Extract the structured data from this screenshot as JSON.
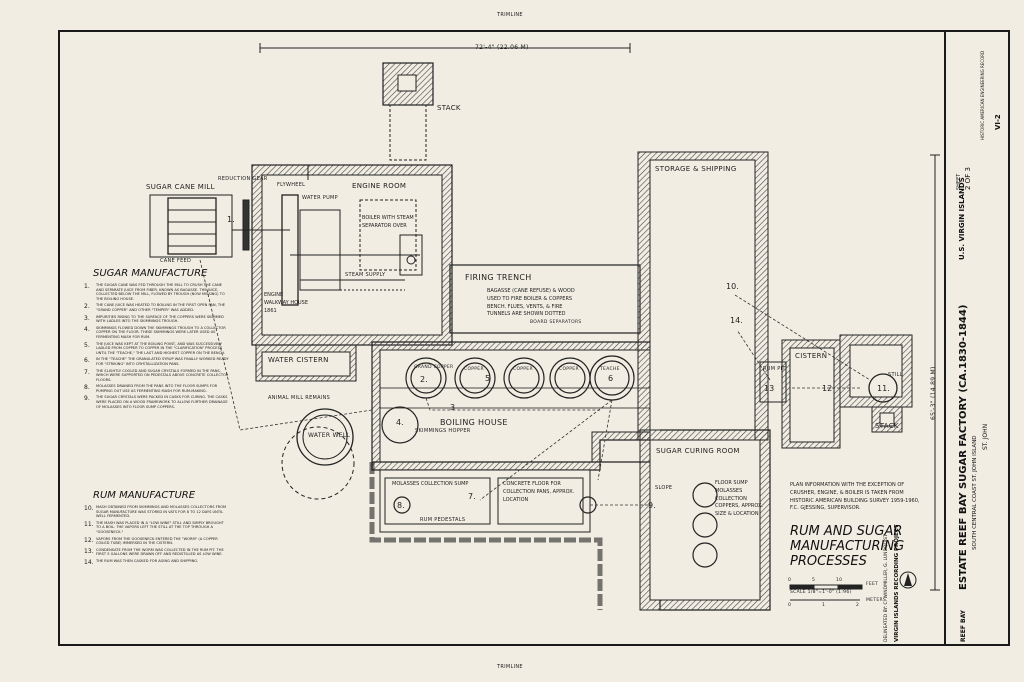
{
  "sheet": {
    "trimline_top": "TRIMLINE",
    "trimline_bottom": "TRIMLINE",
    "dimension_top": "72'-4\" (22.06 M)",
    "dimension_right": "65'-3\" (14.89 M)"
  },
  "plan_labels": {
    "stack_top": "STACK",
    "stack_right": "STACK",
    "sugar_cane_mill": "SUGAR CANE MILL",
    "reduction_gear": "REDUCTION GEAR",
    "cane_feed": "CANE FEED",
    "flywheel": "FLYWHEEL",
    "water_pump": "WATER PUMP",
    "engine_room": "ENGINE ROOM",
    "boiler": "BOILER WITH STEAM SEPARATOR OVER",
    "engine": "ENGINE WALKWAY HOUSE 1861",
    "steam_supply": "STEAM SUPPLY",
    "water_cistern": "WATER CISTERN",
    "firing_trench": "FIRING TRENCH",
    "firing_note": "BAGASSE (CANE REFUSE) & WOOD USED TO FIRE BOILER & COPPERS BENCH. FLUES, VENTS, & FIRE TUNNELS ARE SHOWN DOTTED",
    "board_separators": "BOARD SEPARATORS",
    "storage_shipping": "STORAGE & SHIPPING",
    "cistern": "CISTERN",
    "rum_pit": "RUM PIT",
    "still": "STILL",
    "grand_copper": "GRAND COPPER",
    "copper_a": "COPPER",
    "copper_b": "COPPER",
    "copper_c": "COPPER",
    "teache": "TEACHE",
    "skimmings_hopper": "SKIMMINGS HOPPER",
    "boiling_house": "BOILING HOUSE",
    "water_well": "WATER WELL",
    "animal_mill": "ANIMAL MILL REMAINS",
    "sugar_curing_room": "SUGAR CURING ROOM",
    "molasses_sump": "MOLASSES COLLECTION SUMP",
    "concrete_floor": "CONCRETE FLOOR FOR COLLECTION PANS, APPROX. LOCATION",
    "floor_sump": "FLOOR SUMP MOLASSES COLLECTION COPPERS, APPROX. SIZE & LOCATION",
    "slope": "SLOPE",
    "rum_pedestals": "RUM PEDESTALS",
    "plan_info": "PLAN INFORMATION WITH THE EXCEPTION OF CRUSHER, ENGINE, & BOILER IS TAKEN FROM HISTORIC AMERICAN BUILDING SURVEY 1959-1960, F.C. GJESSING, SUPERVISOR."
  },
  "process_numbers": [
    "1.",
    "2.",
    "3",
    "4.",
    "5",
    "6",
    "7.",
    "8.",
    "9.",
    "10.",
    "11.",
    "12",
    "13",
    "14."
  ],
  "sugar_manufacture": {
    "heading": "SUGAR MANUFACTURE",
    "steps": [
      {
        "n": "1.",
        "text": "THE SUGAR CANE WAS FED THROUGH THE MILL TO CRUSH THE CANE AND SEPARATE JUICE FROM FIBER, KNOWN AS BAGASSE. THE JUICE, COLLECTED BELOW THE MILL, FLOWED BY TROUGH (NOW MISSING) TO THE BOILING HOUSE."
      },
      {
        "n": "2.",
        "text": "THE CANE JUICE WAS HEATED TO BOILING IN THE FIRST OPEN PAN, THE \"GRAND COPPER\" AND OTHER \"TEMPER\" WAS ADDED."
      },
      {
        "n": "3.",
        "text": "IMPURITIES RISING TO THE SURFACE OF THE COPPERS WERE SKIMMED WITH LADLES INTO THE SKIMMINGS TROUGH."
      },
      {
        "n": "4.",
        "text": "SKIMMINGS FLOWED DOWN THE SKIMMINGS TROUGH TO A COLLECTOR COPPER ON THE FLOOR. THESE SKIMMINGS WERE LATER USED AS FERMENTING MASH FOR RUM."
      },
      {
        "n": "5.",
        "text": "THE JUICE WAS KEPT AT THE BOILING POINT, AND WAS SUCCESSIVELY LADLED FROM COPPER TO COPPER IN THE \"CLARIFICATION\" PROCESS UNTIL THE \"TEACHE,\" THE LAST AND HIGHEST COPPER ON THE BENCH."
      },
      {
        "n": "6.",
        "text": "IN THE \"TEACHE\" THE GRANULATED SYRUP WAS FINALLY WORKED READY FOR \"STRIKING\" INTO CRYSTALLIZATION PANS."
      },
      {
        "n": "7.",
        "text": "THE SLIGHTLY COOLED AND SUGAR CRYSTALS FORMED IN THE PANS, WHICH WERE SUPPORTED ON PEDESTALS ABOVE CONCRETE COLLECTOR FLOORS."
      },
      {
        "n": "8.",
        "text": "MOLASSES DRAINED FROM THE PANS INTO THE FLOOR SUMPS FOR PUMPING OUT USE AS FERMENTING MASH FOR RUM-MAKING."
      },
      {
        "n": "9.",
        "text": "THE SUGAR CRYSTALS WERE PACKED IN CASKS FOR CURING. THE CASKS WERE PLACED ON A WOOD FRAMEWORK TO ALLOW FURTHER DRAINAGE OF MOLASSES INTO FLOOR SUMP COPPERS."
      }
    ]
  },
  "rum_manufacture": {
    "heading": "RUM MANUFACTURE",
    "steps": [
      {
        "n": "10.",
        "text": "MASH OBTAINED FROM SKIMMINGS AND MOLASSES COLLECTORS FROM SUGAR MANUFACTURE WAS STORED IN VATS FOR 8 TO 12 DAYS UNTIL WELL FERMENTED."
      },
      {
        "n": "11.",
        "text": "THE MASH WAS PLACED IN A \"LOW WINE\" STILL AND SIMPLY BROUGHT TO A BOIL. THE VAPORS LEFT THE STILL AT THE TOP THROUGH A \"GOOSENECK.\""
      },
      {
        "n": "12.",
        "text": "VAPORS FROM THE GOOSENECK ENTERED THE \"WORM\" (A COPPER COILED TUBE) IMMERSED IN THE CISTERN."
      },
      {
        "n": "13.",
        "text": "CONDENSATE FROM THE WORM WAS COLLECTED IN THE RUM PIT. THE FIRST 5 GALLONS WERE DRAWN OFF AND REDISTILLED AS LOW WINE."
      },
      {
        "n": "14.",
        "text": "THE RUM WAS THEN CASKED FOR AGING AND SHIPPING."
      }
    ]
  },
  "drawing_title": {
    "line1": "RUM AND SUGAR",
    "line2": "MANUFACTURING",
    "line3": "PROCESSES"
  },
  "scale": {
    "label": "SCALE 1/8\"=1'-0\" (1:96)",
    "units_feet": "FEET",
    "units_meters": "METERS",
    "ticks_feet": [
      "0",
      "5",
      "10"
    ],
    "ticks_meters": [
      "0",
      "1",
      "2"
    ]
  },
  "title_block": {
    "main_title": "ESTATE REEF BAY SUGAR FACTORY (CA.1830-1844)",
    "subtitle": "SOUTH CENTRAL COAST  ST. JOHN ISLAND",
    "location": "ST. JOHN",
    "region": "U.S. VIRGIN ISLANDS",
    "reef_bay": "REEF BAY",
    "sheet_label": "SHEET",
    "sheet_number": "2 OF 3",
    "survey_label": "HISTORIC AMERICAN ENGINEERING RECORD",
    "survey_number": "VI-2",
    "project": "VIRGIN ISLANDS RECORDING PROJECT",
    "delineator": "DELINEATED BY: C. WINDMILLER, G. LUNDQUIST"
  }
}
